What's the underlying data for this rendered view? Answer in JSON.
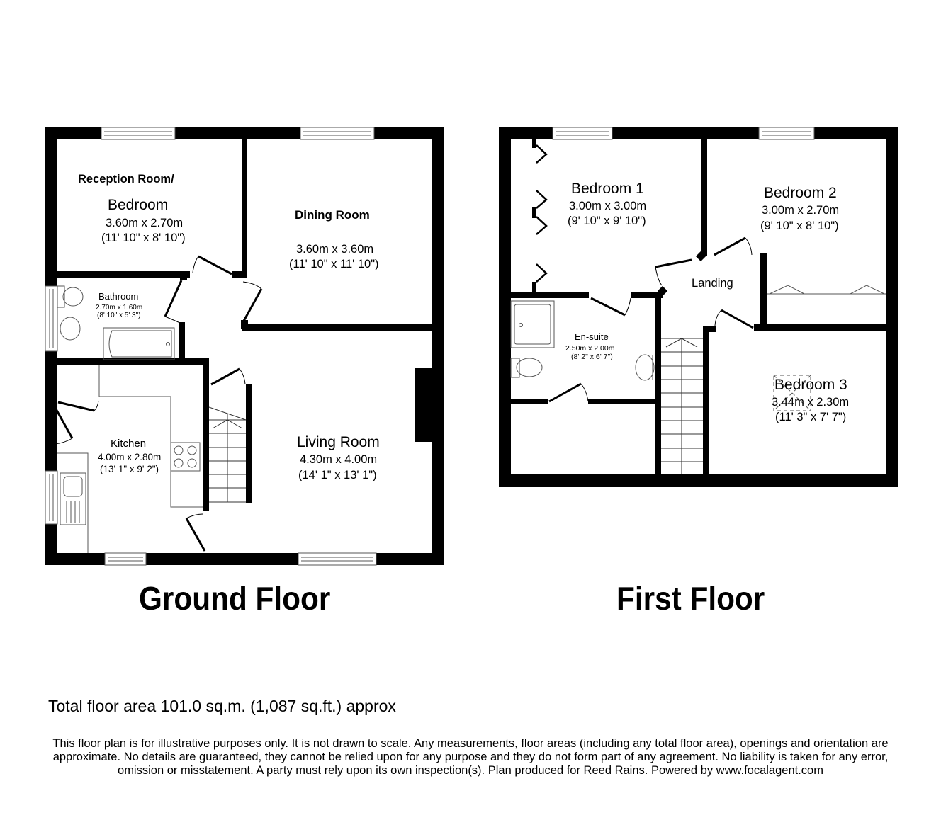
{
  "ground_floor": {
    "title": "Ground Floor",
    "rooms": {
      "reception": {
        "name_line1": "Reception Room/",
        "name_line2": "Bedroom",
        "metric": "3.60m x 2.70m",
        "imperial": "(11' 10\" x 8' 10\")"
      },
      "dining": {
        "name": "Dining Room",
        "metric": "3.60m x 3.60m",
        "imperial": "(11' 10\" x 11' 10\")"
      },
      "bathroom": {
        "name": "Bathroom",
        "metric": "2.70m x 1.60m",
        "imperial": "(8' 10\" x 5' 3\")"
      },
      "kitchen": {
        "name": "Kitchen",
        "metric": "4.00m x 2.80m",
        "imperial": "(13' 1\" x 9' 2\")"
      },
      "living": {
        "name": "Living Room",
        "metric": "4.30m x 4.00m",
        "imperial": "(14' 1\" x 13' 1\")"
      }
    }
  },
  "first_floor": {
    "title": "First Floor",
    "rooms": {
      "bedroom1": {
        "name": "Bedroom 1",
        "metric": "3.00m x 3.00m",
        "imperial": "(9' 10\" x 9' 10\")"
      },
      "bedroom2": {
        "name": "Bedroom 2",
        "metric": "3.00m x 2.70m",
        "imperial": "(9' 10\" x 8' 10\")"
      },
      "landing": {
        "name": "Landing"
      },
      "ensuite": {
        "name": "En-suite",
        "metric": "2.50m x 2.00m",
        "imperial": "(8' 2\" x 6' 7\")"
      },
      "bedroom3": {
        "name": "Bedroom 3",
        "metric": "3.44m x 2.30m",
        "imperial": "(11' 3\" x 7' 7\")"
      }
    }
  },
  "total_area": "Total floor area 101.0 sq.m. (1,087 sq.ft.) approx",
  "disclaimer": "This floor plan is for illustrative purposes only. It is not drawn to scale. Any measurements, floor areas (including any total floor area), openings and orientation are approximate. No details are guaranteed, they cannot be relied upon for any purpose and they do not form part of any agreement. No liability is taken for any error, omission or misstatement. A party must rely upon its own inspection(s). Plan produced for Reed Rains. Powered by www.focalagent.com",
  "colors": {
    "wall": "#000000",
    "background": "#ffffff",
    "fixture": "#555555"
  }
}
